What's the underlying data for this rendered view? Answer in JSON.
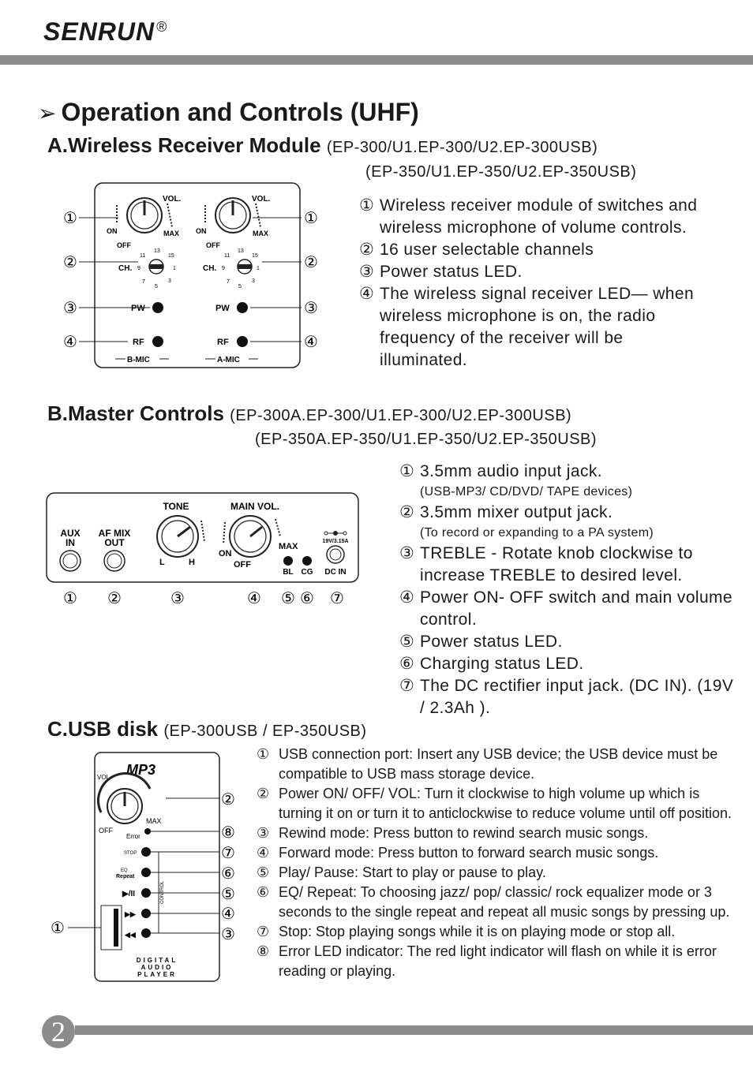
{
  "header": {
    "brand": "SENRUN",
    "registered": "®"
  },
  "page_number": "2",
  "title": {
    "arrow": "➢",
    "text": "Operation and Controls (UHF)"
  },
  "sectionA": {
    "heading": "A.Wireless Receiver Module",
    "models": [
      "(EP-300/U1.EP-300/U2.EP-300USB)",
      "(EP-350/U1.EP-350/U2.EP-350USB)"
    ],
    "diagram": {
      "vol": "VOL.",
      "on": "ON",
      "off": "OFF",
      "max": "MAX",
      "ch": "CH.",
      "pw": "PW",
      "rf": "RF",
      "b_mic": "B-MIC",
      "a_mic": "A-MIC",
      "dial": [
        "13",
        "15",
        "1",
        "3",
        "5",
        "7",
        "9",
        "11"
      ],
      "callouts": [
        "①",
        "②",
        "③",
        "④"
      ]
    },
    "items": [
      {
        "num": "①",
        "text": "Wireless receiver module of switches and wireless microphone of volume controls."
      },
      {
        "num": "②",
        "text": "16 user selectable channels"
      },
      {
        "num": "③",
        "text": "Power status LED."
      },
      {
        "num": "④",
        "text": "The wireless signal receiver LED— when wireless microphone is on, the radio frequency of the receiver will be illuminated."
      }
    ]
  },
  "sectionB": {
    "heading": "B.Master Controls",
    "models": [
      "(EP-300A.EP-300/U1.EP-300/U2.EP-300USB)",
      "(EP-350A.EP-350/U1.EP-350/U2.EP-350USB)"
    ],
    "diagram": {
      "aux_in": [
        "AUX",
        "IN"
      ],
      "af_mix_out": [
        "AF MIX",
        "OUT"
      ],
      "tone": "TONE",
      "l": "L",
      "h": "H",
      "main_vol": "MAIN VOL.",
      "on": "ON",
      "off": "OFF",
      "max": "MAX",
      "bl": "BL",
      "cg": "CG",
      "dc_in": "DC IN",
      "rating": "19V/3.15A",
      "callouts": [
        "①",
        "②",
        "③",
        "④",
        "⑤",
        "⑥",
        "⑦"
      ]
    },
    "items": [
      {
        "num": "①",
        "text": "3.5mm audio input jack.",
        "note": "(USB-MP3/ CD/DVD/ TAPE devices)"
      },
      {
        "num": "②",
        "text": "3.5mm mixer output jack.",
        "note": "(To record or expanding to a PA system)"
      },
      {
        "num": "③",
        "text": "TREBLE - Rotate knob clockwise to increase TREBLE to desired level."
      },
      {
        "num": "④",
        "text": "Power ON- OFF switch and main volume control."
      },
      {
        "num": "⑤",
        "text": "Power status LED."
      },
      {
        "num": "⑥",
        "text": "Charging status LED."
      },
      {
        "num": "⑦",
        "text": "The DC rectifier input jack. (DC IN). (19V / 2.3Ah )."
      }
    ]
  },
  "sectionC": {
    "heading": "C.USB disk",
    "models": [
      "(EP-300USB / EP-350USB)"
    ],
    "diagram": {
      "mp3": "MP3",
      "vol": "VOL.",
      "off": "OFF",
      "max": "MAX",
      "error": "Error",
      "stop": "STOP",
      "eq": "EQ",
      "repeat": "Repeat",
      "play_pause": "▶/II",
      "forward": "▶▶",
      "rewind": "◀◀",
      "control": "CONTROL",
      "footer": [
        "DIGITAL",
        "AUDIO",
        "PLAYER"
      ],
      "callouts": [
        "②",
        "⑧",
        "⑦",
        "⑥",
        "⑤",
        "④",
        "③",
        "①"
      ]
    },
    "items": [
      {
        "num": "①",
        "text": "USB connection port: Insert any USB device; the USB device must be compatible to USB mass storage device."
      },
      {
        "num": "②",
        "text": "Power ON/ OFF/ VOL: Turn it clockwise to high volume up which is turning it on or turn it to anticlockwise to reduce volume until off position."
      },
      {
        "num": "③",
        "text": "Rewind mode: Press button to rewind search music songs."
      },
      {
        "num": "④",
        "text": "Forward mode: Press button to forward search music songs."
      },
      {
        "num": "⑤",
        "text": "Play/ Pause: Start to play or pause to play."
      },
      {
        "num": "⑥",
        "text": "EQ/ Repeat: To choosing jazz/ pop/ classic/ rock equalizer mode or 3 seconds to the single repeat and repeat all music songs by pressing up."
      },
      {
        "num": "⑦",
        "text": "Stop: Stop playing songs while it is on playing mode or stop all."
      },
      {
        "num": "⑧",
        "text": "Error LED indicator: The red light indicator will flash on while it is error reading or playing."
      }
    ]
  }
}
